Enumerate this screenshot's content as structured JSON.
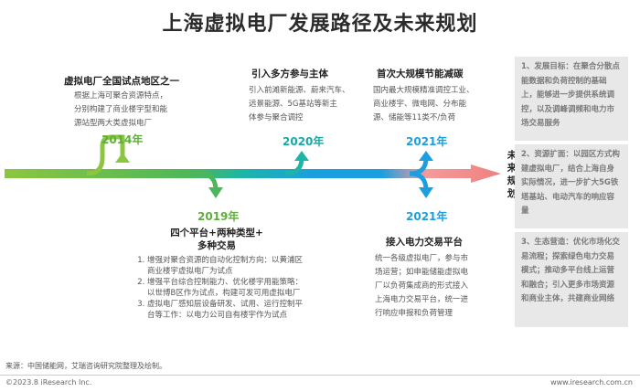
{
  "title": "上海虚拟电厂发展路径及未来规划",
  "milestones": {
    "m2014": {
      "heading": "虚拟电厂全国试点地区之一",
      "lines": [
        "根据上海可聚合资源特点，",
        "分别构建了商业楼宇型和能",
        "源站型两大类虚拟电厂"
      ],
      "year": "2014年"
    },
    "m2019": {
      "heading_lines": [
        "四个平台+两种类型+",
        "多种交易"
      ],
      "year": "2019年",
      "steps": [
        "增强对聚合资源的自动化控制方向：以黄浦区商业楼宇虚拟电厂为试点",
        "增强平台综合控制能力、优化楼宇用能策略：以世博B区作为试点，构建可发可用虚拟电厂",
        "虚拟电厂感知层设备研发、试用、运行控制平台等工作：以电力公司自有楼宇作为试点"
      ]
    },
    "m2020": {
      "heading": "引入多方参与主体",
      "lines": [
        "引入前滩新能源、蔚来汽车、",
        "远景能源、5G基站等新主",
        "体参与聚合调控"
      ],
      "year": "2020年"
    },
    "m2021a": {
      "heading": "首次大规模节能减碳",
      "lines": [
        "国内最大规模精准调控工业、",
        "商业楼宇、微电网、分布能",
        "源、储能等11类不/负荷"
      ],
      "year": "2021年"
    },
    "m2021b": {
      "year": "2021年",
      "heading": "接入电力交易平台",
      "lines": [
        "统一各级虚拟电厂，参与市",
        "场运营；如申能储能虚拟电",
        "厂以负荷集成商的形式接入",
        "上海电力交易平台，统一进",
        "行响应申报和负荷管理"
      ]
    }
  },
  "future_label": "未来规划",
  "sidebar": [
    "1、发展目标：在聚合分散点能数据和负荷控制的基础上，能够进一步提供系统调控，以及调峰调频和电力市场交易服务",
    "2、资源扩面：以园区方式构建虚拟电厂，结合上海自身实际情况，进一步扩大5G铁塔基站、电动汽车的响应容量",
    "3、生态营造：优化市场化交易流程；探索绿色电力交易模式；推动多平台线上运营和融合；引入更多市场资源和商业主体，共建商业网络"
  ],
  "source": "来源：中国储能网，艾瑞咨询研究院整理及绘制。",
  "copyright": "©2023.8 iResearch Inc.",
  "website": "www.iresearch.com.cn",
  "colors": {
    "green": "#6ab73f",
    "teal": "#17a9a8",
    "blue": "#1c9fe0",
    "red": "#f08080"
  }
}
